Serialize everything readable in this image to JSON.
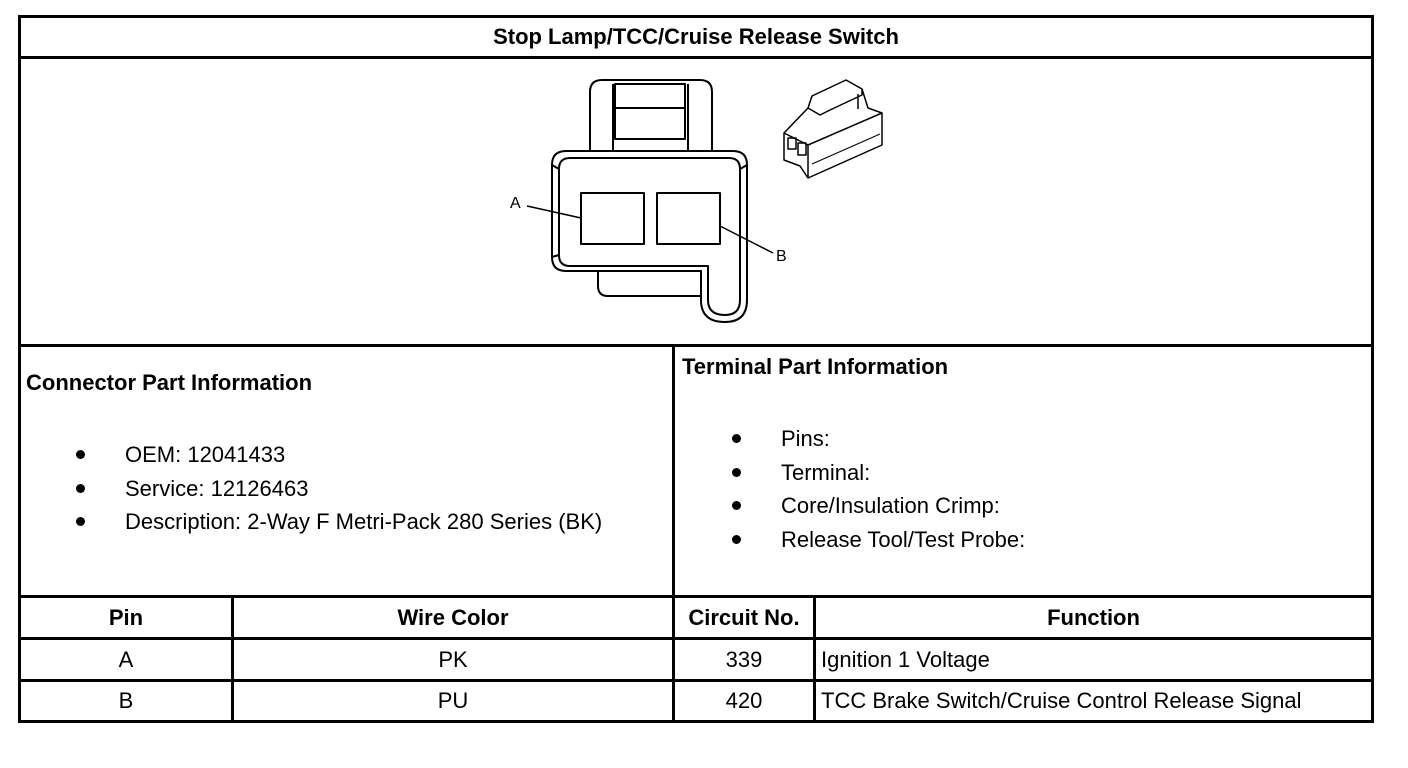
{
  "title": "Stop Lamp/TCC/Cruise Release Switch",
  "diagram": {
    "connector_face": {
      "cavity_labels": [
        "A",
        "B"
      ]
    },
    "connector_3d": "2-way-connector-isometric"
  },
  "connector_info": {
    "heading": "Connector Part Information",
    "items": [
      "OEM: 12041433",
      "Service: 12126463",
      "Description: 2-Way F Metri-Pack 280 Series (BK)"
    ]
  },
  "terminal_info": {
    "heading": "Terminal Part Information",
    "items": [
      "Pins:",
      "Terminal:",
      "Core/Insulation Crimp:",
      "Release Tool/Test Probe:"
    ]
  },
  "pin_table": {
    "headers": [
      "Pin",
      "Wire Color",
      "Circuit No.",
      "Function"
    ],
    "rows": [
      [
        "A",
        "PK",
        "339",
        "Ignition 1 Voltage"
      ],
      [
        "B",
        "PU",
        "420",
        "TCC Brake Switch/Cruise Control Release Signal"
      ]
    ]
  }
}
